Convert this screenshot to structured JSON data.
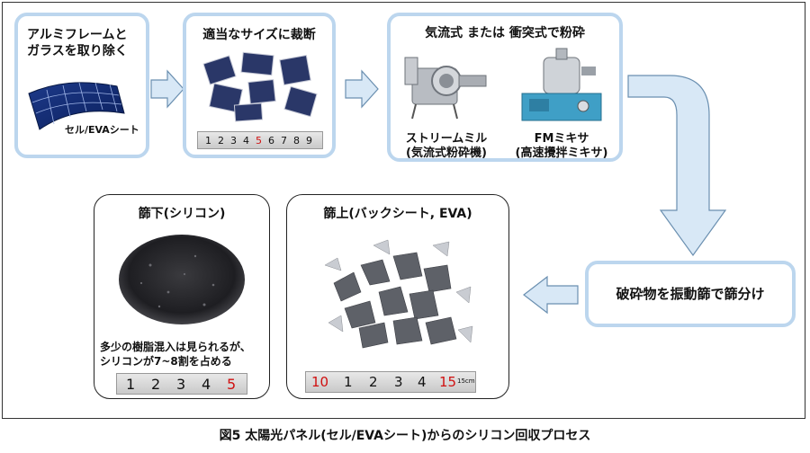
{
  "steps": {
    "step1": {
      "line1": "アルミフレームと",
      "line2": "ガラスを取り除く",
      "panel_label": "セル/EVAシート"
    },
    "step2": {
      "title": "適当なサイズに裁断",
      "ruler_numbers": [
        "1",
        "2",
        "3",
        "4",
        "5",
        "6",
        "7",
        "8",
        "9"
      ]
    },
    "step3": {
      "title": "気流式 または 衝突式で粉砕",
      "mill1_line1": "ストリームミル",
      "mill1_line2": "(気流式粉砕機)",
      "mill2_line1": "FMミキサ",
      "mill2_line2": "(高速攪拌ミキサ)"
    },
    "step4": {
      "title": "破砕物を振動篩で篩分け"
    },
    "result_under": {
      "title": "篩下(シリコン)",
      "note_line1": "多少の樹脂混入は見られるが、",
      "note_line2": "シリコンが7~8割を占める",
      "ruler_numbers": [
        "1",
        "2",
        "3",
        "4",
        "5"
      ]
    },
    "result_over": {
      "title": "篩上(バックシート, EVA)",
      "ruler_numbers": [
        "10",
        "1",
        "2",
        "3",
        "4",
        "15"
      ],
      "ruler_unit": "15cm"
    }
  },
  "caption": "図5 太陽光パネル(セル/EVAシート)からのシリコン回収プロセス",
  "colors": {
    "box_border": "#bcd6ee",
    "arrow_fill": "#d8e8f6",
    "arrow_stroke": "#6a8fb0",
    "highlight_red": "#d01010"
  }
}
